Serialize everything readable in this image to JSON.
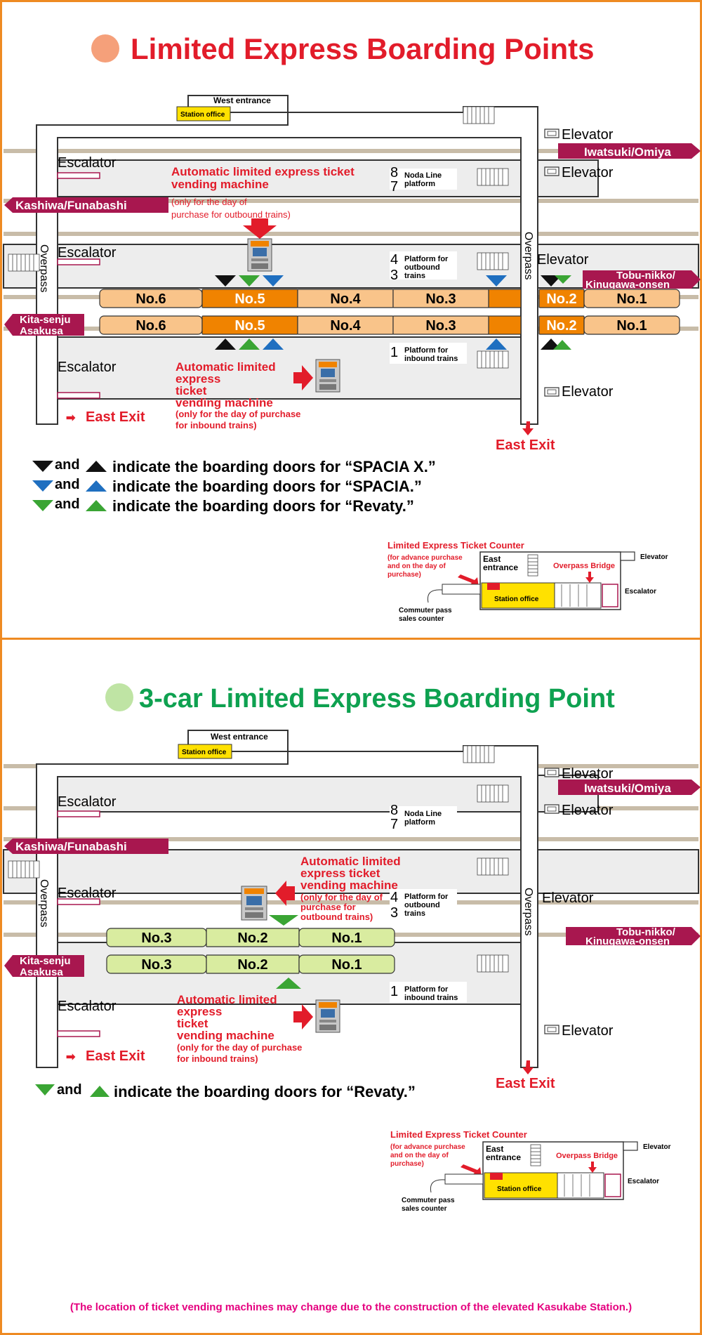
{
  "section1": {
    "title": "Limited Express Boarding Points",
    "title_color": "#e21c2a",
    "bullet_color": "#f5a07a"
  },
  "section2": {
    "title": "3-car Limited Express Boarding Point",
    "title_color": "#0ea150",
    "bullet_color": "#bfe4a4"
  },
  "map": {
    "west_entrance": "West entrance",
    "station_office": "Station office",
    "elevator": "Elevator",
    "escalator": "Escalator",
    "overpass": "Overpass",
    "iwatsuki": "Iwatsuki/Omiya",
    "kashiwa": "Kashiwa/Funabashi",
    "tobu_nikko_1": "Tobu-nikko/",
    "tobu_nikko_2": "Kinugawa-onsen",
    "kitasenju_1": "Kita-senju",
    "kitasenju_2": "Asakusa",
    "noda_nums": "8",
    "noda_nums2": "7",
    "noda_1": "Noda Line",
    "noda_2": "platform",
    "out_num1": "4",
    "out_num2": "3",
    "out_1": "Platform for",
    "out_2": "outbound",
    "out_3": "trains",
    "in_num": "1",
    "in_1": "Platform for",
    "in_2": "inbound trains",
    "east_exit": "East Exit",
    "exit_arrow": "➡"
  },
  "tvm_out_s1": {
    "l1": "Automatic limited express ticket",
    "l2": "vending machine",
    "l3": "(only for the day of",
    "l4": "purchase for outbound trains)"
  },
  "tvm_out_s2": {
    "l1": "Automatic limited",
    "l2": "express ticket",
    "l3": "vending machine",
    "l4": "(only for the day of",
    "l5": "purchase for",
    "l6": "outbound trains)"
  },
  "tvm_in": {
    "l1": "Automatic limited",
    "l2": "express",
    "l3": "ticket",
    "l4": "vending machine",
    "l5": "(only for the day of purchase",
    "l6": "for inbound trains)"
  },
  "cars6": [
    "No.6",
    "No.5",
    "No.4",
    "No.3",
    "No.2",
    "No.1"
  ],
  "cars3": [
    "No.3",
    "No.2",
    "No.1"
  ],
  "legend1": {
    "and": "and",
    "spacia_x": "indicate the boarding doors for “SPACIA X.”",
    "spacia": "indicate the boarding doors for  “SPACIA.”",
    "revaty": "indicate the boarding doors for “Revaty.”"
  },
  "legend2": {
    "and": "and",
    "revaty": "indicate the boarding doors for “Revaty.”"
  },
  "inset": {
    "title": "Limited Express Ticket Counter",
    "sub1": "(for advance purchase",
    "sub2": "and on the day of",
    "sub3": "purchase)",
    "east1": "East",
    "east2": "entrance",
    "overpass_bridge": "Overpass Bridge",
    "elevator": "Elevator",
    "escalator": "Escalator",
    "station_office": "Station office",
    "commuter1": "Commuter pass",
    "commuter2": "sales counter"
  },
  "footer": "(The location of ticket vending machines may change due to the construction of the elevated Kasukabe Station.)",
  "colors": {
    "accent_red": "#e21c2a",
    "magenta": "#a8174f",
    "orange_car": "#f08300",
    "light_orange_car": "#f9c48a",
    "green_car": "#d9eca0",
    "door_black": "#111111",
    "door_blue": "#1f6fc0",
    "door_green": "#3aa534",
    "footer_pink": "#e5007f",
    "office_yellow": "#ffe100"
  }
}
